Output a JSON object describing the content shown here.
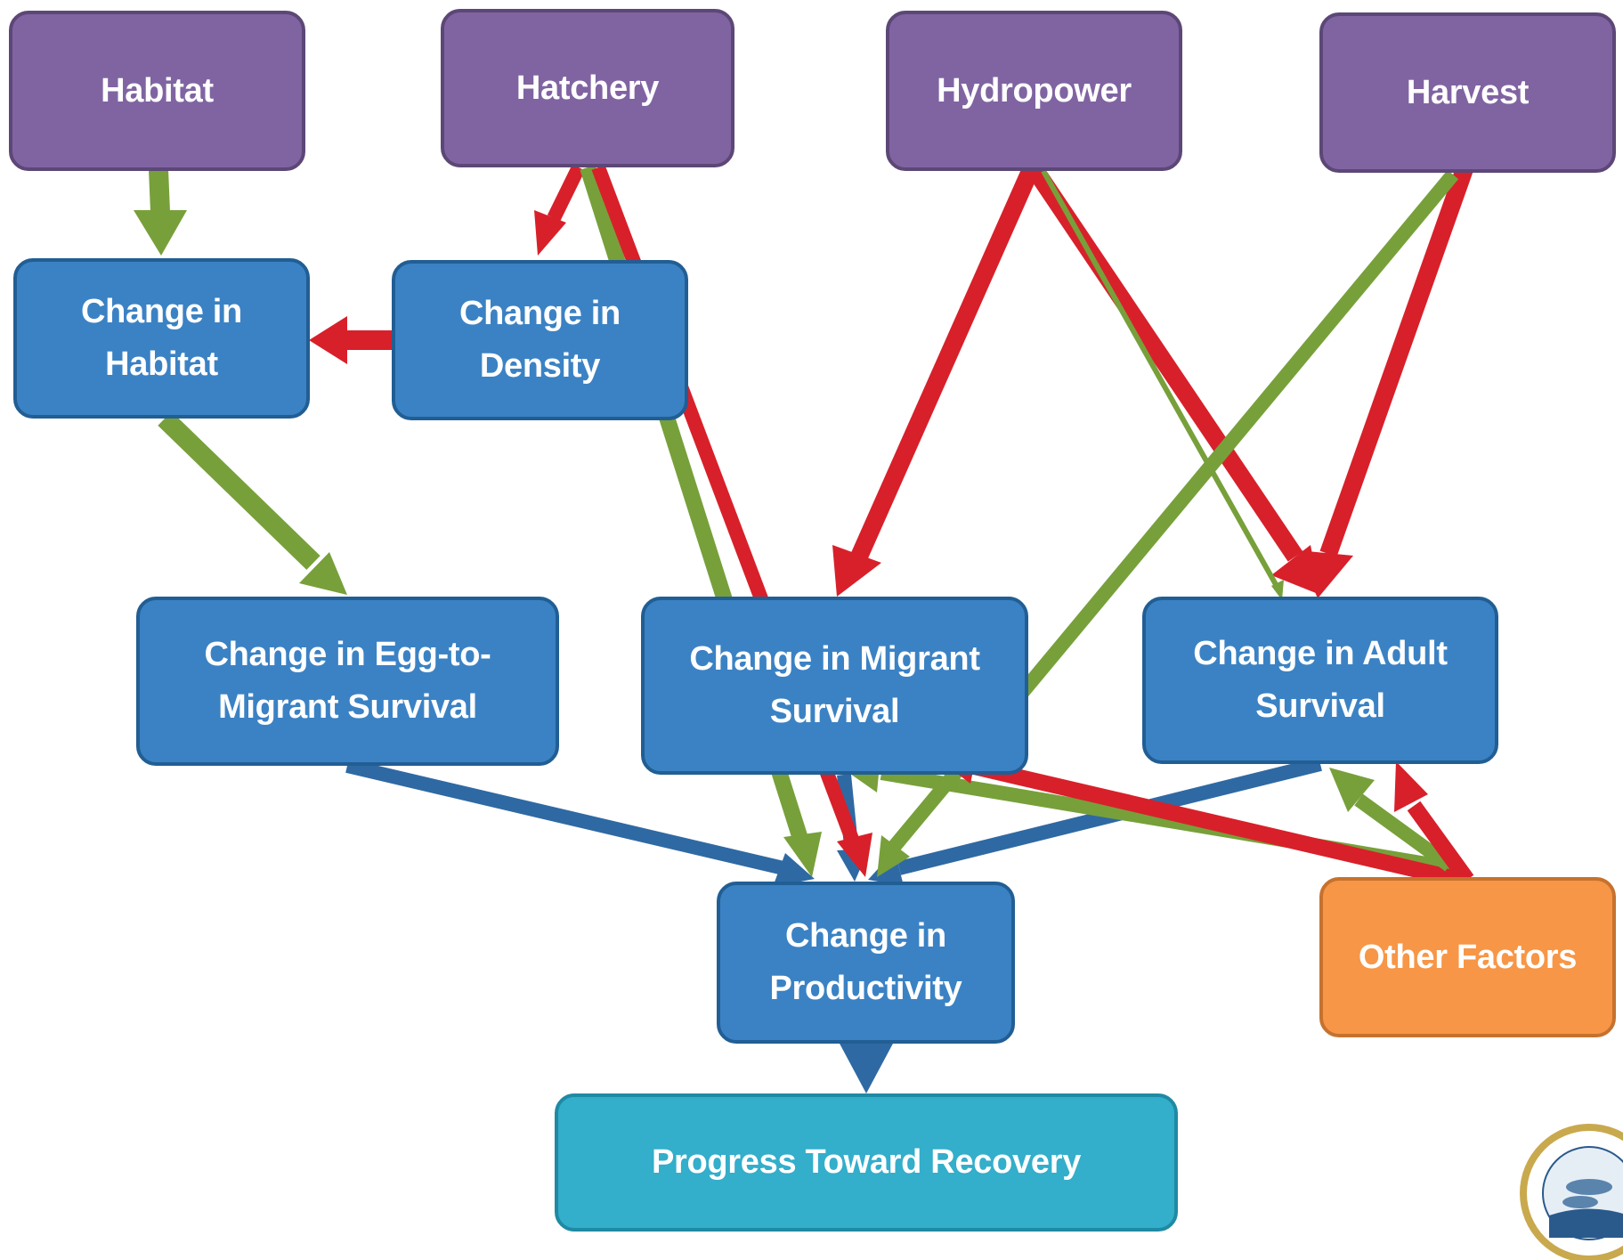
{
  "nodes": {
    "habitat": "Habitat",
    "hatchery": "Hatchery",
    "hydropower": "Hydropower",
    "harvest": "Harvest",
    "change_habitat": "Change in\nHabitat",
    "change_density": "Change in\nDensity",
    "change_egg": "Change in Egg-to-\nMigrant Survival",
    "change_migrant": "Change in Migrant\nSurvival",
    "change_adult": "Change in Adult\nSurvival",
    "change_productivity": "Change in\nProductivity",
    "other_factors": "Other Factors",
    "progress": "Progress Toward Recovery"
  },
  "colors": {
    "category": "#8064a2",
    "intermediate": "#3b82c4",
    "other": "#f79646",
    "goal": "#33aecb",
    "positive_arrow": "#77a03a",
    "negative_arrow": "#d8202a",
    "neutral_arrow": "#2f69a3"
  },
  "edges": [
    {
      "from": "Habitat",
      "to": "Change in Habitat",
      "effect": "positive"
    },
    {
      "from": "Hatchery",
      "to": "Change in Density",
      "effect": "negative"
    },
    {
      "from": "Change in Density",
      "to": "Change in Habitat",
      "effect": "negative"
    },
    {
      "from": "Hatchery",
      "to": "Change in Productivity",
      "effect": "positive"
    },
    {
      "from": "Hatchery",
      "to": "Change in Productivity",
      "effect": "negative"
    },
    {
      "from": "Change in Habitat",
      "to": "Change in Egg-to-Migrant Survival",
      "effect": "positive"
    },
    {
      "from": "Hydropower",
      "to": "Change in Migrant Survival",
      "effect": "negative"
    },
    {
      "from": "Hydropower",
      "to": "Change in Adult Survival",
      "effect": "negative"
    },
    {
      "from": "Hydropower",
      "to": "Change in Adult Survival",
      "effect": "positive"
    },
    {
      "from": "Harvest",
      "to": "Change in Adult Survival",
      "effect": "negative"
    },
    {
      "from": "Harvest",
      "to": "Change in Productivity",
      "effect": "positive"
    },
    {
      "from": "Change in Egg-to-Migrant Survival",
      "to": "Change in Productivity",
      "effect": "neutral"
    },
    {
      "from": "Change in Migrant Survival",
      "to": "Change in Productivity",
      "effect": "neutral"
    },
    {
      "from": "Change in Adult Survival",
      "to": "Change in Productivity",
      "effect": "neutral"
    },
    {
      "from": "Other Factors",
      "to": "Change in Migrant Survival",
      "effect": "positive"
    },
    {
      "from": "Other Factors",
      "to": "Change in Migrant Survival",
      "effect": "negative"
    },
    {
      "from": "Other Factors",
      "to": "Change in Adult Survival",
      "effect": "positive"
    },
    {
      "from": "Other Factors",
      "to": "Change in Adult Survival",
      "effect": "negative"
    },
    {
      "from": "Change in Productivity",
      "to": "Progress Toward Recovery",
      "effect": "neutral"
    }
  ]
}
